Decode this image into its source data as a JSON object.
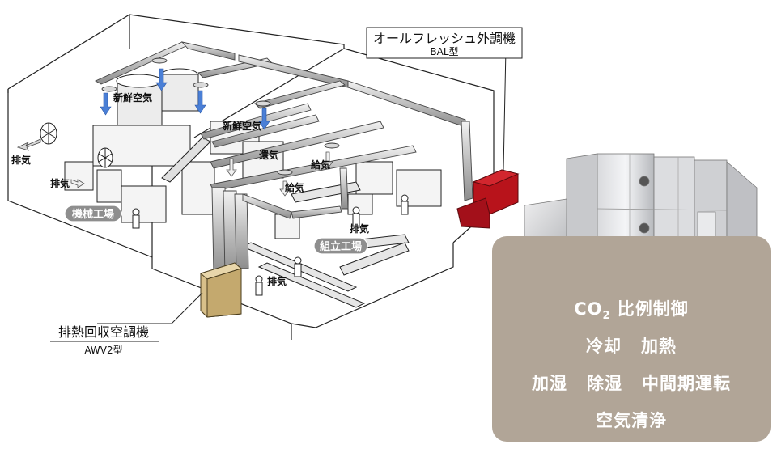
{
  "callouts": {
    "bal": {
      "name": "オールフレッシュ外調機",
      "model": "BAL型"
    },
    "awv": {
      "name": "排熱回収空調機",
      "model": "AWV2型"
    }
  },
  "zones": {
    "machining": "機械工場",
    "assembly": "組立工場"
  },
  "air_labels": {
    "fresh_air_1": "新鮮空気",
    "fresh_air_2": "新鮮空気",
    "exhaust_left": "排気",
    "exhaust_machine": "排気",
    "return_air": "還気",
    "supply_air_1": "給気",
    "supply_air_2": "給気",
    "exhaust_assembly": "排気",
    "exhaust_bottom": "排気"
  },
  "features": {
    "co2_prefix": "CO",
    "co2_sub": "2",
    "co2_rest": " 比例制御",
    "row2": [
      "冷却",
      "加熱"
    ],
    "row3": [
      "加湿",
      "除湿",
      "中間期運転"
    ],
    "row4": "空気清浄"
  },
  "colors": {
    "bal_unit": "#b8131b",
    "awv_unit": "#d8c08a",
    "panel": "#b1a597",
    "arrow": "#4a7fd6",
    "duct": "#c9c9c9"
  }
}
